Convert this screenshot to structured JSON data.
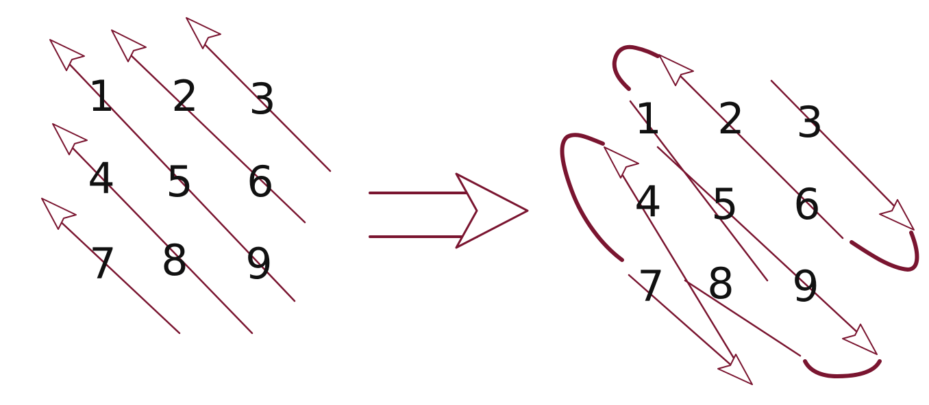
{
  "diagram": {
    "stroke_color": "#7a1530",
    "text_color": "#111111",
    "left_grid": {
      "digits": [
        "1",
        "2",
        "3",
        "4",
        "5",
        "6",
        "7",
        "8",
        "9"
      ]
    },
    "right_grid": {
      "digits": [
        "1",
        "2",
        "3",
        "4",
        "5",
        "6",
        "7",
        "8",
        "9"
      ]
    },
    "transform_arrow": {
      "icon": "double-arrow-right-icon"
    }
  }
}
